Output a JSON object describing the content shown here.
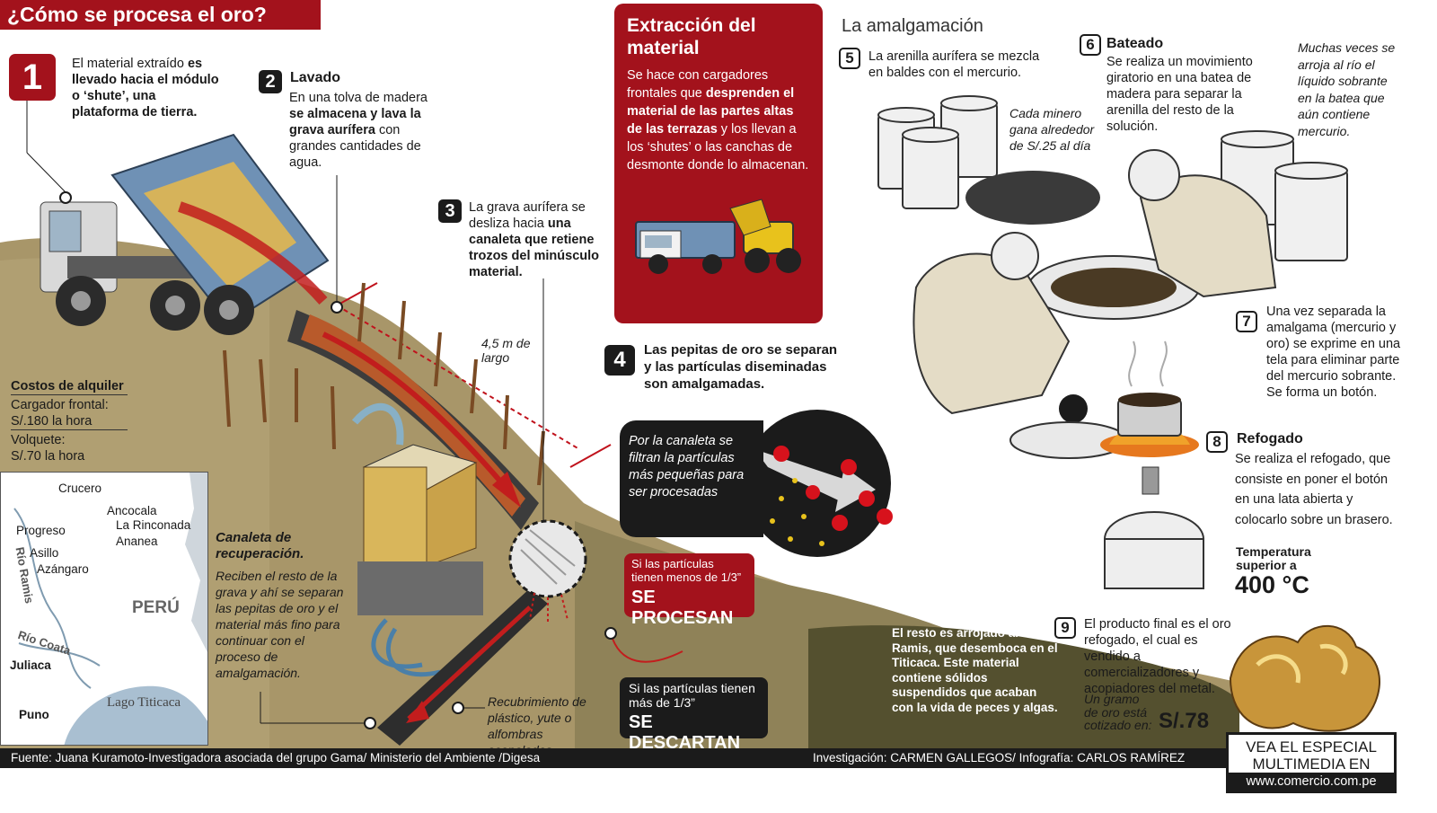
{
  "title": "¿Cómo se procesa el oro?",
  "colors": {
    "accent": "#a3121c",
    "dark": "#1b1b1b",
    "ground": "#a89669",
    "truck": "#6f91b5",
    "yellow": "#e8c21c"
  },
  "step1": {
    "number": "1",
    "text_plain": "El material extraído ",
    "text_bold": "es llevado hacia el módulo o ‘shute’, una plataforma de tierra."
  },
  "step2": {
    "number": "2",
    "title": "Lavado",
    "line1": "En una tolva de madera",
    "bold": "se almacena y lava la grava aurífera",
    "rest": " con grandes cantidades de agua."
  },
  "step3": {
    "number": "3",
    "plain": "La grava aurífera se desliza hacia ",
    "bold": "una canaleta que retiene trozos del minúsculo material."
  },
  "extraction": {
    "title": "Extracción del material",
    "p1": "Se hace con cargadores frontales que ",
    "bold": "desprenden el material de las partes altas de las terrazas",
    "p2": " y los llevan a los ‘shutes’ o las canchas de desmonte donde lo almacenan."
  },
  "step4": {
    "number": "4",
    "text": "Las pepitas de oro se separan y las partículas diseminadas son amalgamadas."
  },
  "filter_note": "Por la canaleta se filtran la partículas más pequeñas para ser procesadas",
  "process_box": {
    "small": "Si las partículas tienen menos de 1/3”",
    "big": "SE PROCESAN"
  },
  "discard_box": {
    "small": "Si las partículas tienen más de 1/3”",
    "big": "SE DESCARTAN"
  },
  "length_label": "4,5 m de largo",
  "costs": {
    "title": "Costos de alquiler",
    "l1": "Cargador frontal:",
    "l2": "S/.180 la hora",
    "l3": "Volquete:",
    "l4": "S/.70 la hora"
  },
  "map": {
    "places": [
      "Crucero",
      "Ancocala",
      "La Rinconada",
      "Ananea",
      "Progreso",
      "Asillo",
      "Azángaro",
      "Juliaca",
      "Puno"
    ],
    "country": "PERÚ",
    "river1": "Río Ramis",
    "river2": "Río Coata",
    "lake": "Lago Titicaca"
  },
  "recovery": {
    "title": "Canaleta de recuperación.",
    "text": "Reciben el resto de la grava y ahí se separan las pepitas de oro y el material más fino para continuar con el proceso de amalgamación."
  },
  "covering": "Recubrimiento de plástico, yute o alfombras acanaladas.",
  "river_note": "El resto es arrojado al río Ramis, que desemboca en el Titicaca. Este material contiene sólidos suspendidos que acaban con la vida de peces y algas.",
  "amalgamation": {
    "title": "La amalgamación"
  },
  "step5": {
    "number": "5",
    "text": "La arenilla aurífera se mezcla en baldes con el mercurio."
  },
  "miner_note": "Cada minero gana alrededor de S/.25 al día",
  "step6": {
    "number": "6",
    "title": "Bateado",
    "text": "Se realiza un movimiento giratorio en una batea de madera para separar la arenilla del resto de la solución."
  },
  "river_note2": "Muchas veces se arroja al río el líquido sobrante en la batea que aún contiene mercurio.",
  "step7": {
    "number": "7",
    "text": "Una vez separada la amalgama (mercurio y oro) se exprime en una tela para eliminar parte del mercurio  sobrante. Se forma un botón."
  },
  "step8": {
    "number": "8",
    "title": "Refogado",
    "text": "Se realiza el refogado, que consiste en poner el botón en una lata abierta y colocarlo sobre un brasero."
  },
  "temperature": {
    "label": "Temperatura superior a",
    "value": "400 °C"
  },
  "step9": {
    "number": "9",
    "text": "El producto final es el oro refogado, el cual es vendido a comercializadores y acopiadores del metal."
  },
  "gold_price": {
    "label": "Un gramo de oro está cotizado en:",
    "value": "S/.78"
  },
  "footer": {
    "source": "Fuente: Juana Kuramoto-Investigadora asociada del grupo Gama/ Ministerio del Ambiente /Digesa",
    "credits": "Investigación: CARMEN GALLEGOS/ Infografía: CARLOS RAMÍREZ"
  },
  "special": {
    "l1": "VEA EL ESPECIAL",
    "l2": "MULTIMEDIA EN",
    "url": "www.comercio.com.pe"
  }
}
